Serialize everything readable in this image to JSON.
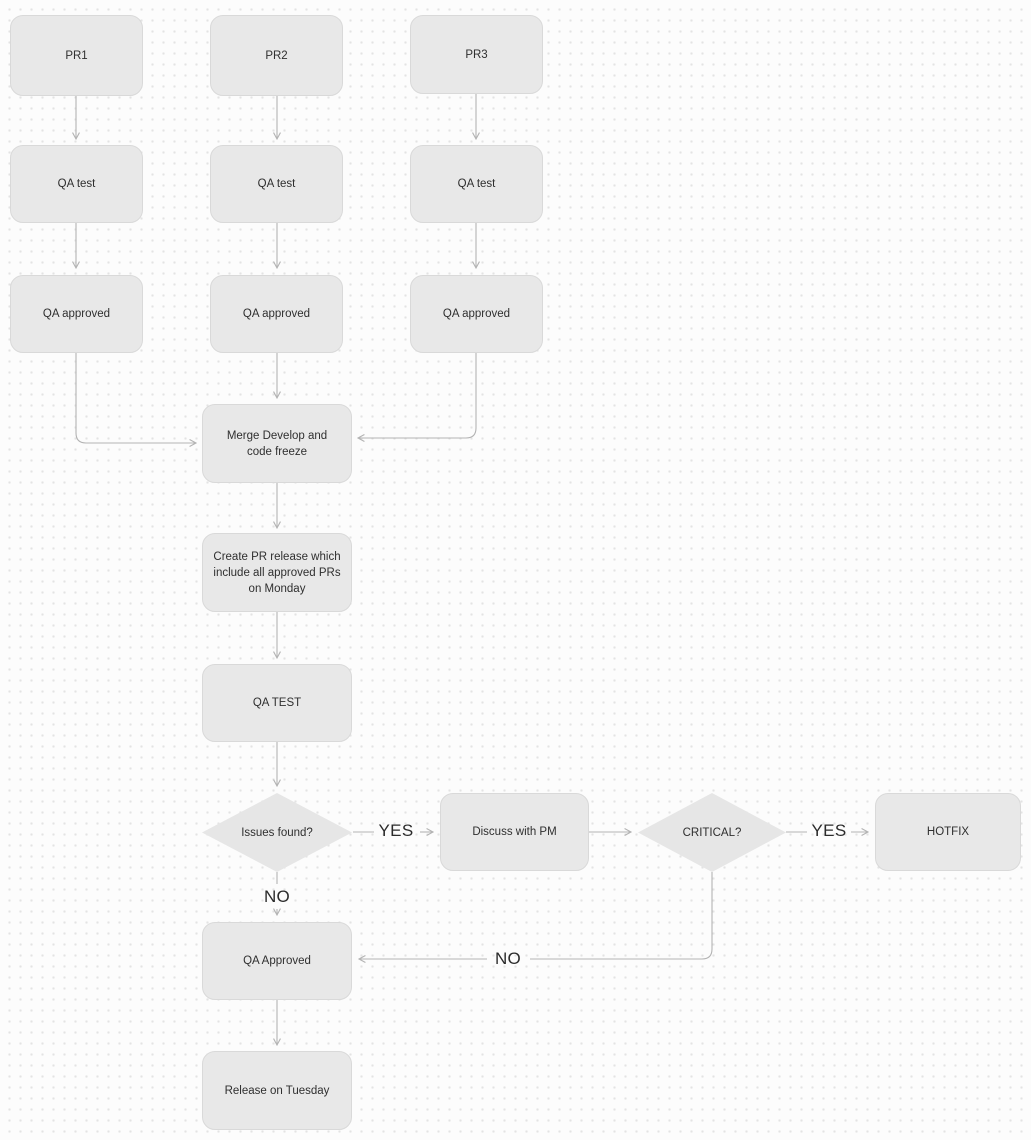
{
  "diagram": {
    "title_hint": "release-qa-flowchart",
    "background_color": "#fcfcfc",
    "dot_color": "#e3e3e3",
    "node_fill": "#e8e8e8",
    "node_border": "#d9d9d9",
    "connector_color": "#b3b3b3",
    "text_color": "#2f2f2f"
  },
  "nodes": {
    "pr1": {
      "label": "PR1",
      "type": "process"
    },
    "pr2": {
      "label": "PR2",
      "type": "process"
    },
    "pr3": {
      "label": "PR3",
      "type": "process"
    },
    "qa_test_1": {
      "label": "QA test",
      "type": "process"
    },
    "qa_test_2": {
      "label": "QA test",
      "type": "process"
    },
    "qa_test_3": {
      "label": "QA test",
      "type": "process"
    },
    "qa_approved_1": {
      "label": "QA approved",
      "type": "process"
    },
    "qa_approved_2": {
      "label": "QA approved",
      "type": "process"
    },
    "qa_approved_3": {
      "label": "QA approved",
      "type": "process"
    },
    "merge_develop": {
      "label": "Merge Develop and code freeze",
      "type": "process"
    },
    "create_pr_release": {
      "label": "Create PR release which include all approved PRs on Monday",
      "type": "process"
    },
    "qa_test_release": {
      "label": "QA TEST",
      "type": "process"
    },
    "issues_found": {
      "label": "Issues found?",
      "type": "decision"
    },
    "discuss_with_pm": {
      "label": "Discuss with PM",
      "type": "process"
    },
    "critical": {
      "label": "CRITICAL?",
      "type": "decision"
    },
    "hotfix": {
      "label": "HOTFIX",
      "type": "process"
    },
    "qa_approved_final": {
      "label": "QA Approved",
      "type": "process"
    },
    "release_tuesday": {
      "label": "Release on Tuesday",
      "type": "process"
    }
  },
  "edge_labels": {
    "issues_yes": "YES",
    "issues_no": "NO",
    "critical_yes": "YES",
    "critical_no": "NO"
  }
}
